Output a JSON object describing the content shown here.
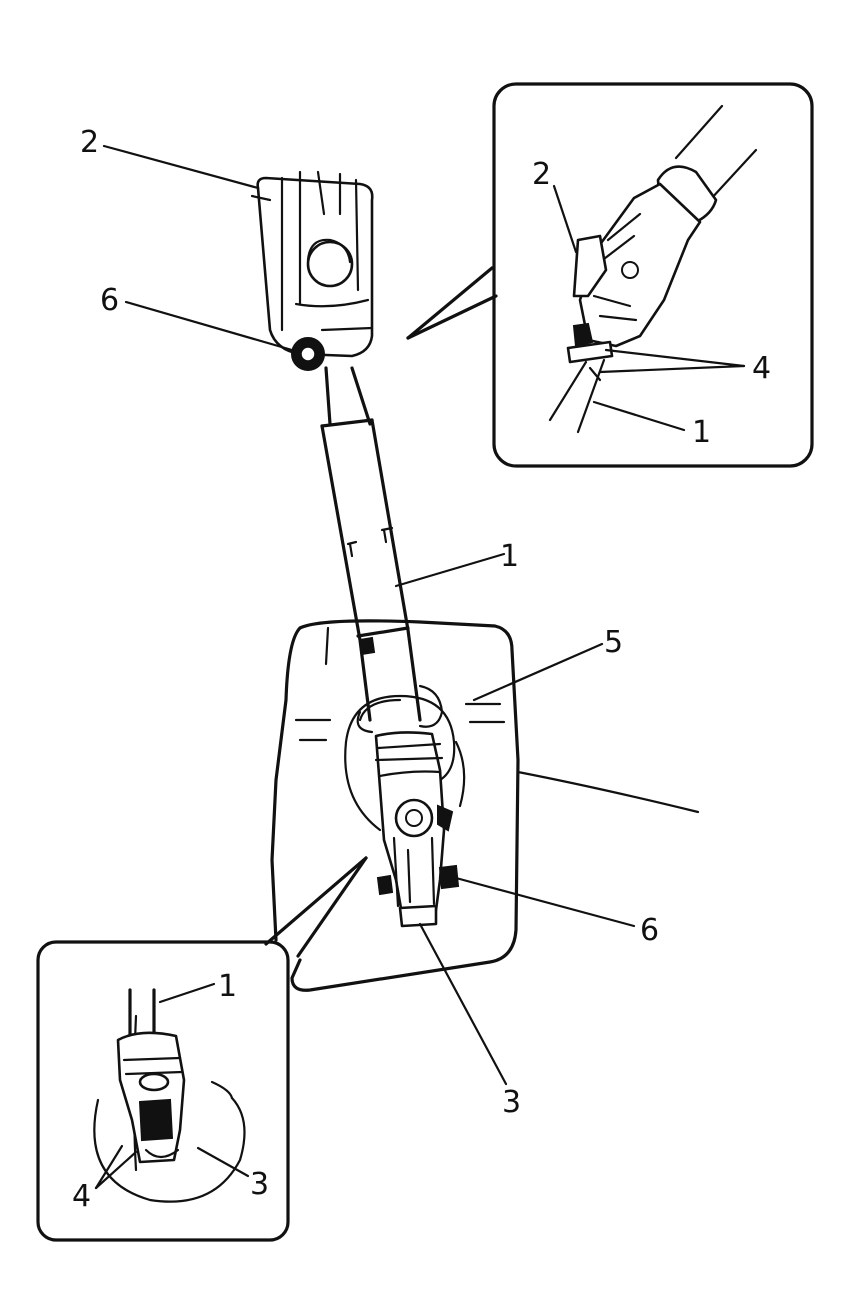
{
  "callouts": {
    "main_top_2": "2",
    "main_top_6": "6",
    "main_shaft_1": "1",
    "main_boot_5": "5",
    "main_bottom_6": "6",
    "main_bottom_3": "3",
    "inset_upper_2": "2",
    "inset_upper_4": "4",
    "inset_upper_1": "1",
    "inset_lower_1": "1",
    "inset_lower_4": "4",
    "inset_lower_3": "3"
  }
}
